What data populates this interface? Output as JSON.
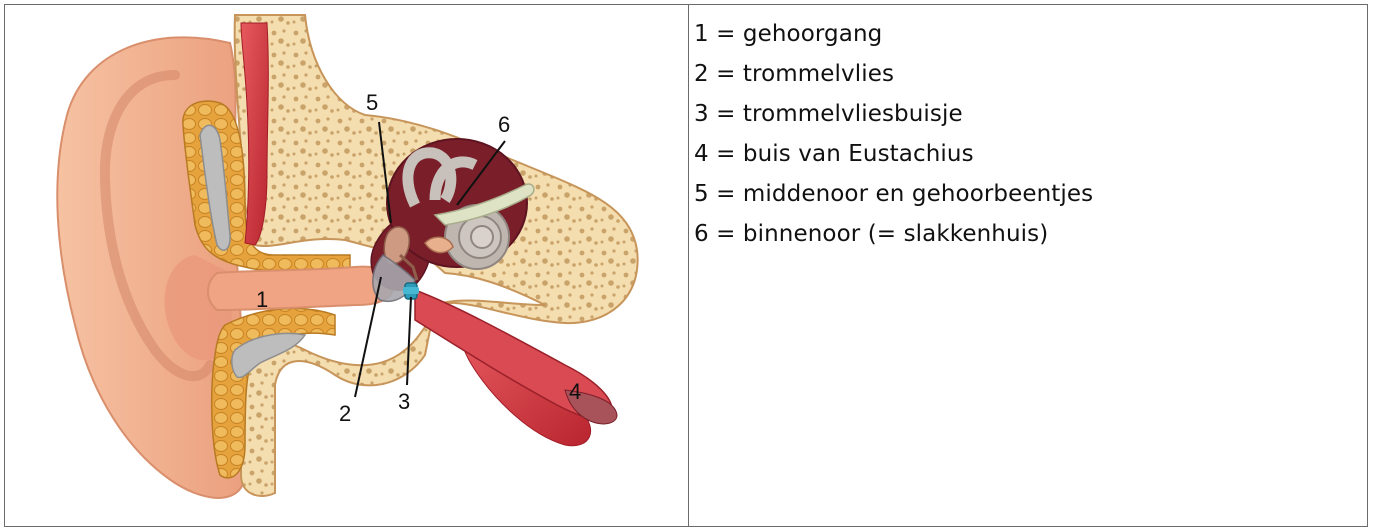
{
  "diagram": {
    "labels": [
      "1",
      "2",
      "3",
      "4",
      "5",
      "6"
    ]
  },
  "legend": {
    "items": [
      "1 = gehoorgang",
      "2 = trommelvlies",
      "3 = trommelvliesbuisje",
      "4 = buis van Eustachius",
      "5 = middenoor en gehoorbeentjes",
      "6 = binnenoor (= slakkenhuis)"
    ]
  },
  "colors": {
    "skin": "#f2b48e",
    "skin_dark": "#d98e6c",
    "bone": "#f3dcaa",
    "tissue": "#e9b049",
    "muscle": "#d8434a",
    "cavity": "#7a1f2a",
    "cochlea": "#bfb6b0",
    "tube": "#2c9ab8",
    "border": "#6b6b6b"
  }
}
